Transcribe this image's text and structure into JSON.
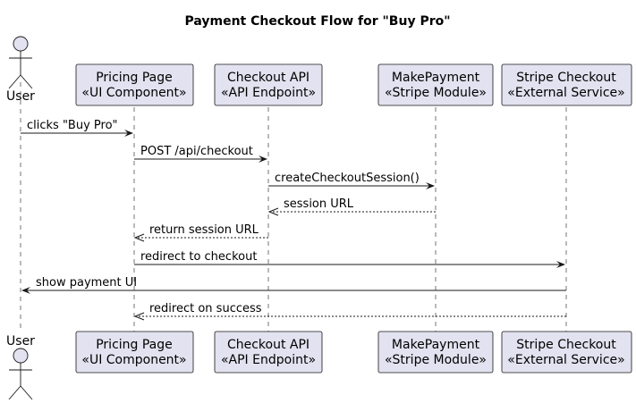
{
  "title": "Payment Checkout Flow for \"Buy Pro\"",
  "actor": {
    "name": "User"
  },
  "participants": [
    {
      "name": "Pricing Page",
      "stereotype": "«UI Component»"
    },
    {
      "name": "Checkout API",
      "stereotype": "«API Endpoint»"
    },
    {
      "name": "MakePayment",
      "stereotype": "«Stripe Module»"
    },
    {
      "name": "Stripe Checkout",
      "stereotype": "«External Service»"
    }
  ],
  "messages": [
    {
      "from": "User",
      "to": "Pricing Page",
      "label": "clicks \"Buy Pro\"",
      "style": "solid"
    },
    {
      "from": "Pricing Page",
      "to": "Checkout API",
      "label": "POST /api/checkout",
      "style": "solid"
    },
    {
      "from": "Checkout API",
      "to": "MakePayment",
      "label": "createCheckoutSession()",
      "style": "solid"
    },
    {
      "from": "MakePayment",
      "to": "Checkout API",
      "label": "session URL",
      "style": "dashed"
    },
    {
      "from": "Checkout API",
      "to": "Pricing Page",
      "label": "return session URL",
      "style": "dashed"
    },
    {
      "from": "Pricing Page",
      "to": "Stripe Checkout",
      "label": "redirect to checkout",
      "style": "solid"
    },
    {
      "from": "Stripe Checkout",
      "to": "User",
      "label": "show payment UI",
      "style": "solid"
    },
    {
      "from": "Stripe Checkout",
      "to": "Pricing Page",
      "label": "redirect on success",
      "style": "dashed"
    }
  ]
}
